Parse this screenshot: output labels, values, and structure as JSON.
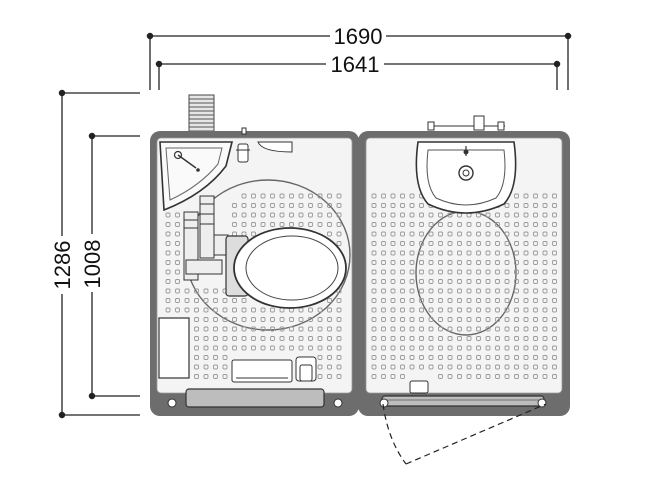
{
  "dimensions": {
    "overall_width": "1690",
    "inner_width": "1641",
    "overall_depth": "1286",
    "inner_depth": "1008"
  },
  "colors": {
    "line": "#222222",
    "shell": "#6d6d6d",
    "floor": "#f4f4f4",
    "hole": "#9a9a9a",
    "sill": "#bdbdbd"
  }
}
